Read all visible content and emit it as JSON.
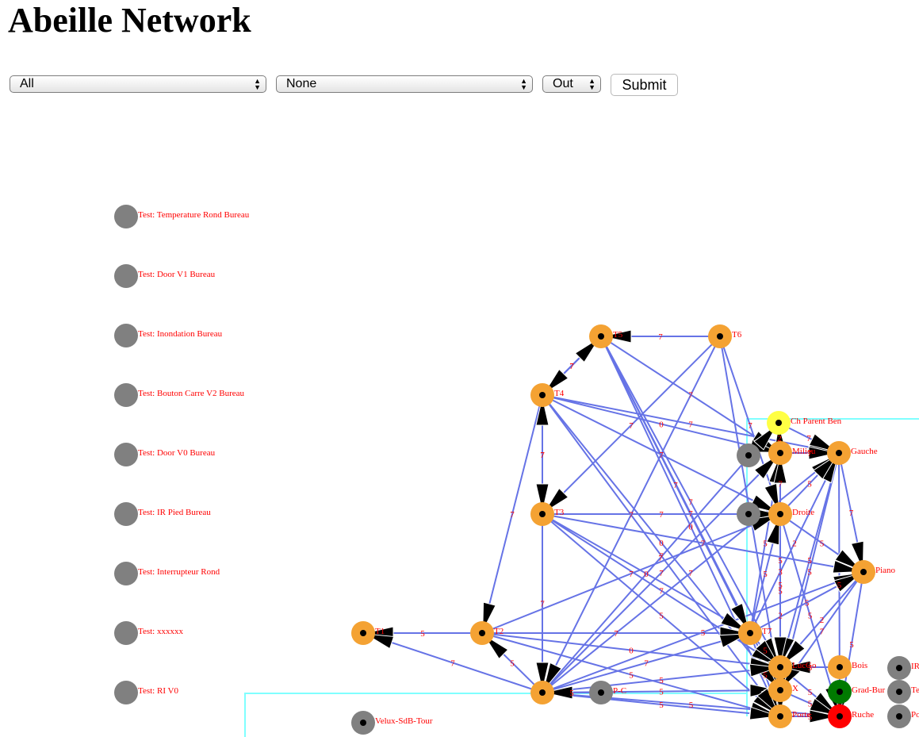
{
  "page": {
    "title": "Abeille Network"
  },
  "filters": {
    "node": {
      "value": "All"
    },
    "second": {
      "value": "None"
    },
    "direction": {
      "value": "Out"
    },
    "submit_label": "Submit"
  },
  "colors": {
    "link": "#6673e6",
    "coordinator_link": "#80ffff",
    "router": "#f4a233",
    "end_device": "#808080",
    "label": "#ff0000",
    "coordinator": "#ff0000",
    "highlight_yellow": "#ffff44",
    "green": "#007a00"
  },
  "test_nodes": [
    "Test: Temperature Rond Bureau",
    "Test: Door V1 Bureau",
    "Test: Inondation Bureau",
    "Test: Bouton Carre V2 Bureau",
    "Test: Door V0 Bureau",
    "Test: IR Pied Bureau",
    "Test: Interrupteur Rond",
    "Test: xxxxxx",
    "Test: RI V0"
  ],
  "nodes": [
    {
      "id": "T5",
      "label": "T5",
      "type": "router"
    },
    {
      "id": "T6",
      "label": "T6",
      "type": "router"
    },
    {
      "id": "T4",
      "label": "T4",
      "type": "router"
    },
    {
      "id": "ChParent",
      "label": "Ch Parent Ben",
      "type": "yellow"
    },
    {
      "id": "Milieu",
      "label": "Milieu",
      "type": "router"
    },
    {
      "id": "Gauche",
      "label": "Gauche",
      "type": "router"
    },
    {
      "id": "T3",
      "label": "T3",
      "type": "router"
    },
    {
      "id": "Droite",
      "label": "Droite",
      "type": "router"
    },
    {
      "id": "Piano",
      "label": "Piano",
      "type": "router"
    },
    {
      "id": "T1",
      "label": "T1",
      "type": "router"
    },
    {
      "id": "T2",
      "label": "T2",
      "type": "router"
    },
    {
      "id": "T7",
      "label": "T7",
      "type": "router"
    },
    {
      "id": "Bois",
      "label": "Bois",
      "type": "router"
    },
    {
      "id": "LucGo",
      "label": "LucGo",
      "type": "router"
    },
    {
      "id": "T8",
      "label": "",
      "type": "router"
    },
    {
      "id": "PC",
      "label": "P-C",
      "type": "end"
    },
    {
      "id": "X",
      "label": "X",
      "type": "router"
    },
    {
      "id": "GradBur",
      "label": "Grad-Bur",
      "type": "green"
    },
    {
      "id": "Ruche",
      "label": "Ruche",
      "type": "coordinator"
    },
    {
      "id": "Porte",
      "label": "Porte",
      "type": "router"
    },
    {
      "id": "VeluxSdB",
      "label": "Velux-SdB-Tour",
      "type": "end"
    },
    {
      "id": "G1",
      "label": "",
      "type": "end"
    },
    {
      "id": "G2",
      "label": "",
      "type": "end"
    },
    {
      "id": "IR",
      "label": "IR",
      "type": "end"
    },
    {
      "id": "Te",
      "label": "Te",
      "type": "end"
    },
    {
      "id": "Po",
      "label": "Po",
      "type": "end"
    }
  ],
  "links": [
    {
      "s": "T6",
      "t": "T5",
      "lqi": "7"
    },
    {
      "s": "T4",
      "t": "T5",
      "lqi": "7"
    },
    {
      "s": "T5",
      "t": "T4",
      "lqi": "7"
    },
    {
      "s": "T3",
      "t": "T4",
      "lqi": "7"
    },
    {
      "s": "T4",
      "t": "T3",
      "lqi": "7"
    },
    {
      "s": "T2",
      "t": "T1",
      "lqi": "5"
    },
    {
      "s": "T8",
      "t": "T1",
      "lqi": "7"
    },
    {
      "s": "T8",
      "t": "T2",
      "lqi": "5"
    },
    {
      "s": "T4",
      "t": "T2",
      "lqi": "7"
    },
    {
      "s": "T5",
      "t": "T7",
      "lqi": "7"
    },
    {
      "s": "T5",
      "t": "X",
      "lqi": "7"
    },
    {
      "s": "T5",
      "t": "LucGo",
      "lqi": "7"
    },
    {
      "s": "T5",
      "t": "Milieu",
      "lqi": "7"
    },
    {
      "s": "T6",
      "t": "T3",
      "lqi": "7"
    },
    {
      "s": "T6",
      "t": "T8",
      "lqi": "7"
    },
    {
      "s": "T6",
      "t": "Droite",
      "lqi": "7"
    },
    {
      "s": "T4",
      "t": "Milieu",
      "lqi": "0"
    },
    {
      "s": "T4",
      "t": "Droite",
      "lqi": "7"
    },
    {
      "s": "T4",
      "t": "Gauche",
      "lqi": "7"
    },
    {
      "s": "T4",
      "t": "X",
      "lqi": "0"
    },
    {
      "s": "T3",
      "t": "Droite",
      "lqi": "7"
    },
    {
      "s": "T3",
      "t": "T7",
      "lqi": "0"
    },
    {
      "s": "T3",
      "t": "Porte",
      "lqi": "5"
    },
    {
      "s": "T3",
      "t": "LucGo",
      "lqi": "7"
    },
    {
      "s": "T3",
      "t": "Piano",
      "lqi": "7"
    },
    {
      "s": "T3",
      "t": "T8",
      "lqi": "7"
    },
    {
      "s": "T2",
      "t": "T7",
      "lqi": "7"
    },
    {
      "s": "T2",
      "t": "Droite",
      "lqi": "7"
    },
    {
      "s": "T2",
      "t": "LucGo",
      "lqi": "0"
    },
    {
      "s": "T2",
      "t": "Porte",
      "lqi": "5"
    },
    {
      "s": "T8",
      "t": "T7",
      "lqi": "7"
    },
    {
      "s": "T8",
      "t": "LucGo",
      "lqi": "5"
    },
    {
      "s": "T8",
      "t": "X",
      "lqi": "5"
    },
    {
      "s": "T8",
      "t": "Porte",
      "lqi": "5"
    },
    {
      "s": "T8",
      "t": "Ruche",
      "lqi": "5"
    },
    {
      "s": "T8",
      "t": "Milieu",
      "lqi": "7"
    },
    {
      "s": "T8",
      "t": "Gauche",
      "lqi": "7"
    },
    {
      "s": "T8",
      "t": "ChParent",
      "lqi": "7"
    },
    {
      "s": "T8",
      "t": "Piano",
      "lqi": "5"
    },
    {
      "s": "T7",
      "t": "Milieu",
      "lqi": "5"
    },
    {
      "s": "T7",
      "t": "Droite",
      "lqi": "5"
    },
    {
      "s": "T7",
      "t": "Gauche",
      "lqi": "2"
    },
    {
      "s": "T7",
      "t": "Piano",
      "lqi": "5"
    },
    {
      "s": "T7",
      "t": "LucGo",
      "lqi": "5"
    },
    {
      "s": "T7",
      "t": "Porte",
      "lqi": "5"
    },
    {
      "s": "Milieu",
      "t": "Gauche",
      "lqi": "7"
    },
    {
      "s": "ChParent",
      "t": "Gauche",
      "lqi": "7"
    },
    {
      "s": "Milieu",
      "t": "ChParent",
      "lqi": "2"
    },
    {
      "s": "Droite",
      "t": "Milieu",
      "lqi": "7"
    },
    {
      "s": "Droite",
      "t": "Gauche",
      "lqi": "5"
    },
    {
      "s": "Droite",
      "t": "Piano",
      "lqi": "5"
    },
    {
      "s": "Droite",
      "t": "LucGo",
      "lqi": "5"
    },
    {
      "s": "Droite",
      "t": "Ruche",
      "lqi": "5"
    },
    {
      "s": "Droite",
      "t": "Porte",
      "lqi": "2"
    },
    {
      "s": "Gauche",
      "t": "Piano",
      "lqi": "7"
    },
    {
      "s": "Gauche",
      "t": "LucGo",
      "lqi": "5"
    },
    {
      "s": "Gauche",
      "t": "X",
      "lqi": "5"
    },
    {
      "s": "Gauche",
      "t": "Ruche",
      "lqi": "5"
    },
    {
      "s": "Piano",
      "t": "Ruche",
      "lqi": "5"
    },
    {
      "s": "Piano",
      "t": "LucGo",
      "lqi": "2"
    },
    {
      "s": "Piano",
      "t": "X",
      "lqi": "7"
    },
    {
      "s": "Milieu",
      "t": "LucGo",
      "lqi": "5"
    },
    {
      "s": "Milieu",
      "t": "Porte",
      "lqi": "5"
    },
    {
      "s": "Milieu",
      "t": "X",
      "lqi": "3"
    },
    {
      "s": "LucGo",
      "t": "Ruche",
      "lqi": "5"
    },
    {
      "s": "X",
      "t": "Ruche",
      "lqi": "5"
    },
    {
      "s": "Porte",
      "t": "Ruche",
      "lqi": "5"
    },
    {
      "s": "PC",
      "t": "T8",
      "lqi": "5"
    },
    {
      "s": "Bois",
      "t": "LucGo",
      "lqi": "5"
    },
    {
      "s": "GradBur",
      "t": "Ruche",
      "lqi": "5"
    },
    {
      "s": "T5",
      "t": "Porte",
      "lqi": "0"
    },
    {
      "s": "T4",
      "t": "Porte",
      "lqi": "7"
    },
    {
      "s": "T6",
      "t": "X",
      "lqi": "0"
    }
  ],
  "coordinator_links": [
    {
      "s": "Ruche",
      "t": "ChParent",
      "route": "ruche-chparent"
    },
    {
      "s": "Ruche",
      "t": "VeluxSdB",
      "route": "ruche-velux"
    }
  ]
}
